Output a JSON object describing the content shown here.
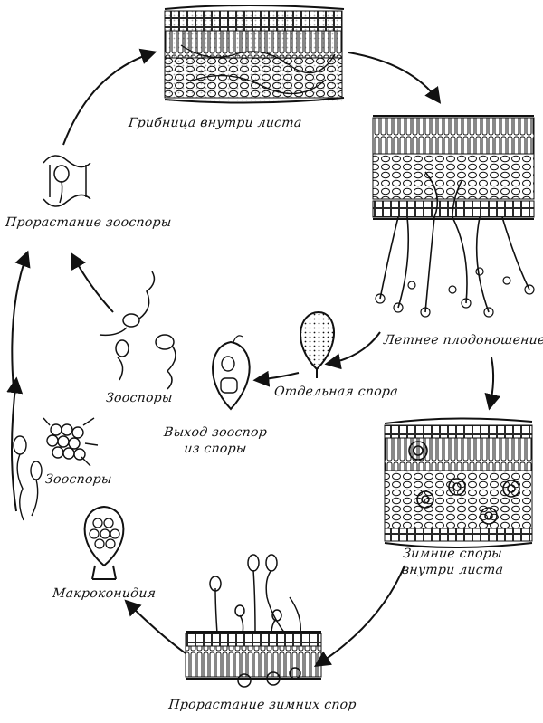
{
  "labels": {
    "mycelium_in_leaf": "Грибница внутри листа",
    "summer_fruiting": "Летнее плодоношение",
    "single_spore": "Отдельная спора",
    "zoospore_release_1": "Выход зооспор",
    "zoospore_release_2": "из споры",
    "zoospores_a": "Зооспоры",
    "zoospores_b": "Зооспоры",
    "zoospore_germination": "Прорастание зооспоры",
    "winter_spores_1": "Зимние споры",
    "winter_spores_2": "внутри листа",
    "winter_germination": "Прорастание зимних спор",
    "macroconidium": "Макроконидия"
  },
  "colors": {
    "ink": "#111111",
    "paper": "#ffffff"
  }
}
